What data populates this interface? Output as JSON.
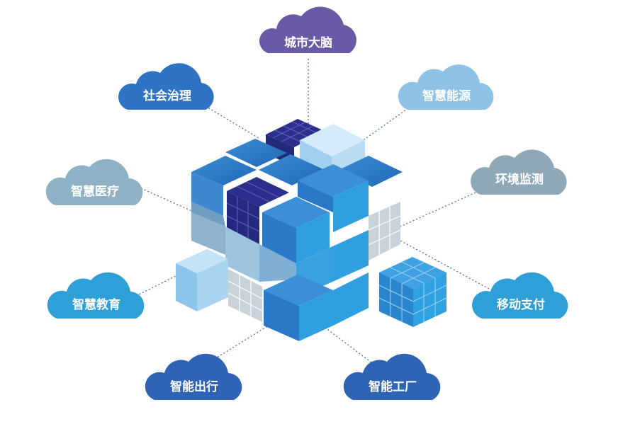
{
  "labels": {
    "city_brain": "城市大脑",
    "social_governance": "社会治理",
    "smart_energy": "智慧能源",
    "smart_medical": "智慧医疗",
    "env_monitoring": "环境监测",
    "smart_education": "智慧教育",
    "mobile_payment": "移动支付",
    "smart_travel": "智能出行",
    "smart_factory": "智能工厂"
  },
  "colors": {
    "city_brain": "#6a5aa6",
    "social_governance": "#2e73c4",
    "smart_energy": "#8ec3e6",
    "smart_medical": "#8fb1c6",
    "env_monitoring": "#8fa8b8",
    "smart_education": "#2f9fd8",
    "mobile_payment": "#2f9fd8",
    "smart_travel": "#2e63b5",
    "smart_factory": "#2e63b5",
    "connector": "#4a6fa5"
  }
}
